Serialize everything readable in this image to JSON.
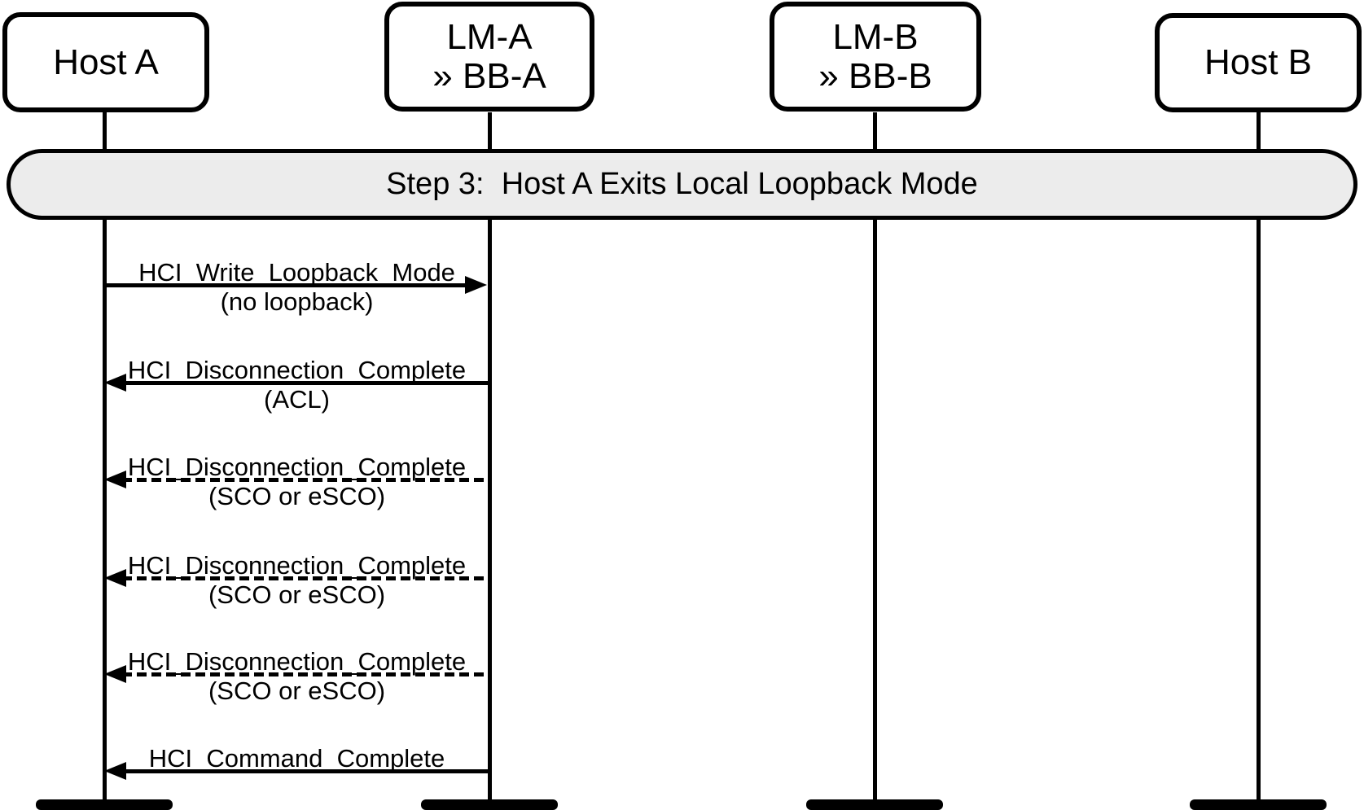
{
  "diagram": {
    "type": "sequence-diagram",
    "banner": {
      "title": "Step 3:  Host A Exits Local Loopback Mode"
    },
    "actors": {
      "host_a": {
        "line1": "Host A"
      },
      "lm_a": {
        "line1": "LM-A",
        "line2": "» BB-A"
      },
      "lm_b": {
        "line1": "LM-B",
        "line2": "» BB-B"
      },
      "host_b": {
        "line1": "Host B"
      }
    },
    "messages": [
      {
        "label": "HCI_Write_Loopback_Mode",
        "sublabel": "(no loopback)",
        "from": "Host A",
        "to": "LM-A",
        "line_style": "solid",
        "direction": "right"
      },
      {
        "label": "HCI_Disconnection_Complete",
        "sublabel": "(ACL)",
        "from": "LM-A",
        "to": "Host A",
        "line_style": "solid",
        "direction": "left"
      },
      {
        "label": "HCI_Disconnection_Complete",
        "sublabel": "(SCO or eSCO)",
        "from": "LM-A",
        "to": "Host A",
        "line_style": "dashed",
        "direction": "left"
      },
      {
        "label": "HCI_Disconnection_Complete",
        "sublabel": "(SCO or eSCO)",
        "from": "LM-A",
        "to": "Host A",
        "line_style": "dashed",
        "direction": "left"
      },
      {
        "label": "HCI_Disconnection_Complete",
        "sublabel": "(SCO or eSCO)",
        "from": "LM-A",
        "to": "Host A",
        "line_style": "dashed",
        "direction": "left"
      },
      {
        "label": "HCI_Command_Complete",
        "sublabel": "",
        "from": "LM-A",
        "to": "Host A",
        "line_style": "solid",
        "direction": "left"
      }
    ],
    "colors": {
      "stroke": "#000000",
      "banner_fill": "#ececec",
      "box_fill": "#ffffff",
      "background": "#ffffff"
    }
  }
}
